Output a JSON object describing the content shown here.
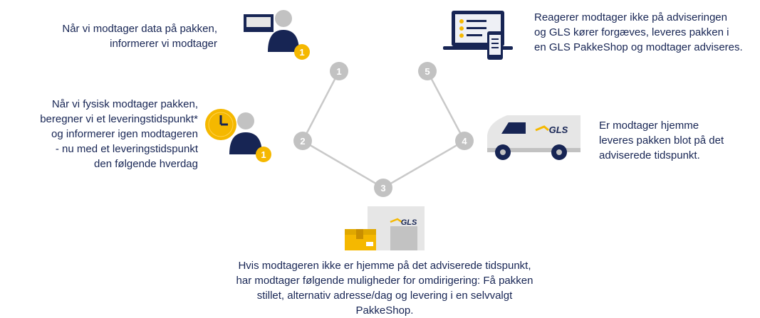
{
  "steps": [
    {
      "number": "1",
      "text": "Når vi modtager data på pakken,\ninformerer vi modtager"
    },
    {
      "number": "2",
      "text": "Når vi fysisk modtager pakken,\nberegner vi et leveringstidspunkt*\nog informerer igen modtageren\n- nu med et leveringstidspunkt\nden følgende hverdag"
    },
    {
      "number": "3",
      "text": "Hvis modtageren ikke er hjemme på det adviserede tidspunkt,\nhar modtager følgende muligheder for omdirigering: Få pakken\nstillet, alternativ adresse/dag og levering i en selvvalgt PakkeShop."
    },
    {
      "number": "4",
      "text": "Er modtager hjemme\nleveres pakken blot på det\nadviserede tidspunkt."
    },
    {
      "number": "5",
      "text": "Reagerer modtager ikke på adviseringen\nog GLS kører forgæves, leveres pakken i\nen GLS PakkeShop og modtager adviseres."
    }
  ],
  "badge_number": "1",
  "brand_logo": "GLS",
  "colors": {
    "navy": "#172554",
    "yellow": "#f5b800",
    "grey": "#c2c2c2",
    "light_grey": "#e6e6e6"
  },
  "icons": [
    "person-notification-icon",
    "clock-person-icon",
    "laptop-phone-icon",
    "delivery-van-icon",
    "parcel-boxes-icon"
  ]
}
